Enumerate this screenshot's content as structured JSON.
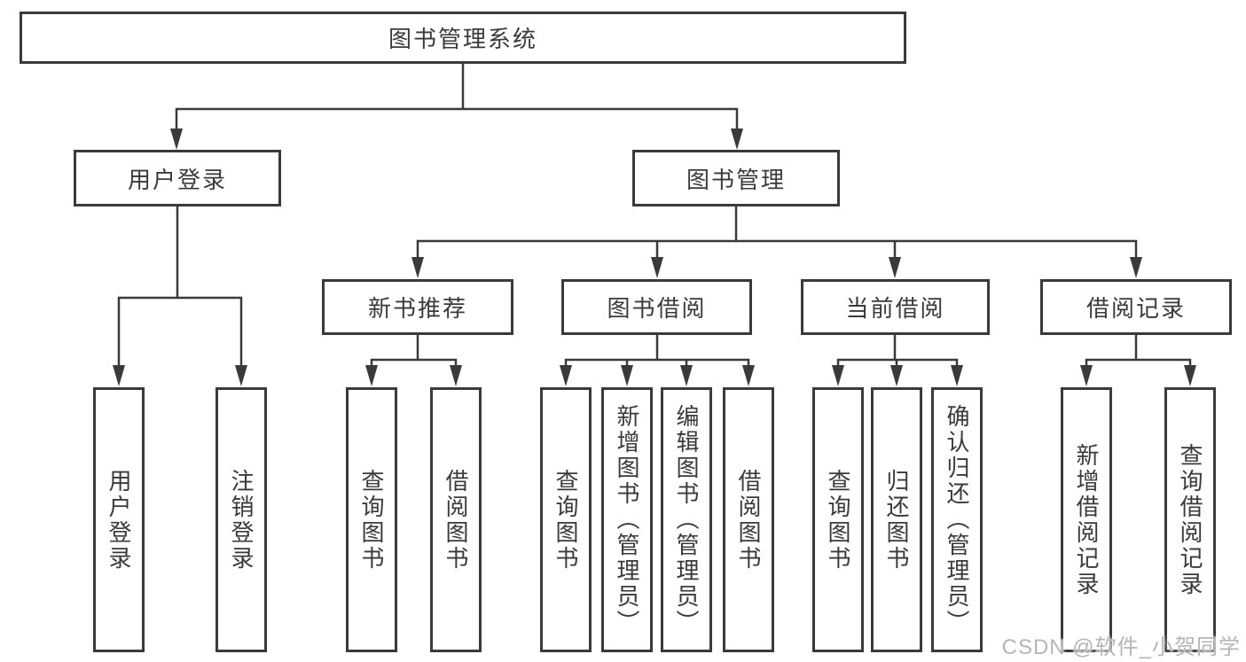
{
  "tree": {
    "label": "图书管理系统",
    "children": [
      {
        "label": "用户登录",
        "children": [
          {
            "label": "用户登录"
          },
          {
            "label": "注销登录"
          }
        ]
      },
      {
        "label": "图书管理",
        "children": [
          {
            "label": "新书推荐",
            "children": [
              {
                "label": "查询图书"
              },
              {
                "label": "借阅图书"
              }
            ]
          },
          {
            "label": "图书借阅",
            "children": [
              {
                "label": "查询图书"
              },
              {
                "label": "新增图书（管理员）"
              },
              {
                "label": "编辑图书（管理员）"
              },
              {
                "label": "借阅图书"
              }
            ]
          },
          {
            "label": "当前借阅",
            "children": [
              {
                "label": "查询图书"
              },
              {
                "label": "归还图书"
              },
              {
                "label": "确认归还（管理员）"
              }
            ]
          },
          {
            "label": "借阅记录",
            "children": [
              {
                "label": "新增借阅记录"
              },
              {
                "label": "查询借阅记录"
              }
            ]
          }
        ]
      }
    ]
  },
  "watermark": {
    "text": "CSDN @软件_小贺同学"
  },
  "colors": {
    "line": "#3a3a3a",
    "text": "#3a3a3a",
    "watermark": "#b5b5b9",
    "bg": "#ffffff"
  }
}
